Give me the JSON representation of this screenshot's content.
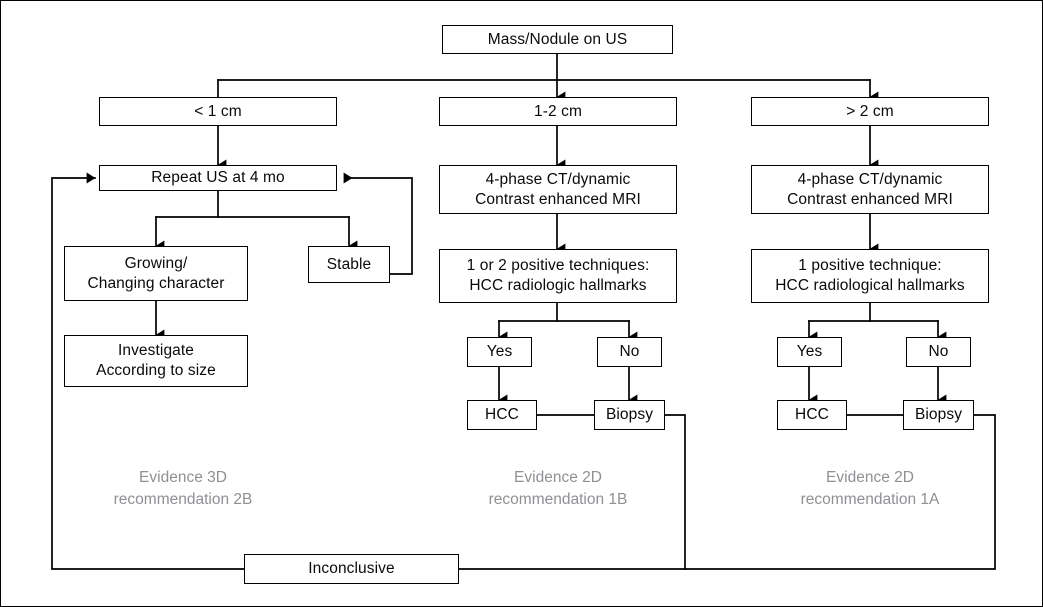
{
  "diagram": {
    "title": "HCC nodule diagnostic algorithm",
    "line_color": "#000000",
    "node_border_color": "#000000",
    "node_text_color": "#0a0a0a",
    "note_text_color": "#8e9094",
    "background": "#ffffff"
  },
  "nodes": {
    "root": "Mass/Nodule on US",
    "size_small": "< 1 cm",
    "size_mid": "1-2 cm",
    "size_large": "> 2 cm",
    "repeat_us": "Repeat US at 4 mo",
    "growing": "Growing/\nChanging character",
    "stable": "Stable",
    "investigate": "Investigate\nAccording to size",
    "imaging_mid": "4-phase CT/dynamic\nContrast enhanced MRI",
    "imaging_large": "4-phase CT/dynamic\nContrast enhanced MRI",
    "criteria_mid": "1 or 2 positive techniques:\nHCC radiologic hallmarks",
    "criteria_large": "1 positive technique:\nHCC radiological hallmarks",
    "yes_mid": "Yes",
    "no_mid": "No",
    "hcc_mid": "HCC",
    "biopsy_mid": "Biopsy",
    "yes_large": "Yes",
    "no_large": "No",
    "hcc_large": "HCC",
    "biopsy_large": "Biopsy",
    "inconclusive": "Inconclusive"
  },
  "notes": {
    "left": "Evidence 3D\nrecommendation 2B",
    "middle": "Evidence 2D\nrecommendation 1B",
    "right": "Evidence 2D\nrecommendation 1A"
  }
}
